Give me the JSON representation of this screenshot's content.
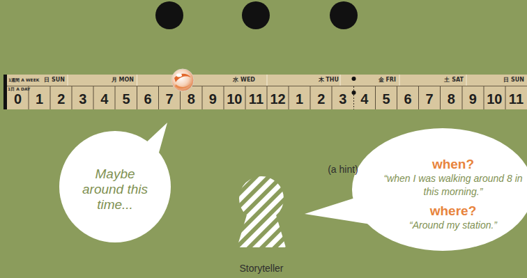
{
  "diagram": {
    "nodes": [
      {
        "text": [
          "Maybe around this time..."
        ]
      },
      {
        "text": [
          "when?",
          "“when I was walking around 8 in this morning.”",
          "where?",
          "“Around my station.”"
        ]
      }
    ],
    "labels": [
      "1週間 A WEEK",
      "日 SUN",
      "月 MON",
      "水 WED",
      "木 THU",
      "金 FRI",
      "土 SAT",
      "日 SUN",
      "1日 A DAY",
      "0",
      "1",
      "2",
      "3",
      "4",
      "5",
      "6",
      "7",
      "8",
      "9",
      "10",
      "11",
      "12",
      "1",
      "2",
      "3",
      "4",
      "5",
      "6",
      "7",
      "8",
      "9",
      "10",
      "11",
      "(a hint)",
      "Storyteller"
    ]
  }
}
